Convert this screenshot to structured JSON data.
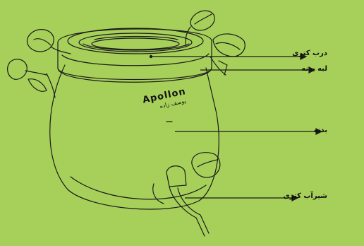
{
  "background_color": "#a6d05a",
  "line_color": "#1b1b1b",
  "brand": {
    "name": "Apollon",
    "subtitle": "یوسف زاده"
  },
  "labels": [
    {
      "id": "lid",
      "text": "درب کتری"
    },
    {
      "id": "rim",
      "text": "لبه بدنه"
    },
    {
      "id": "body",
      "text": "بدنه"
    },
    {
      "id": "spigot",
      "text": "شیرآب کتری"
    }
  ]
}
